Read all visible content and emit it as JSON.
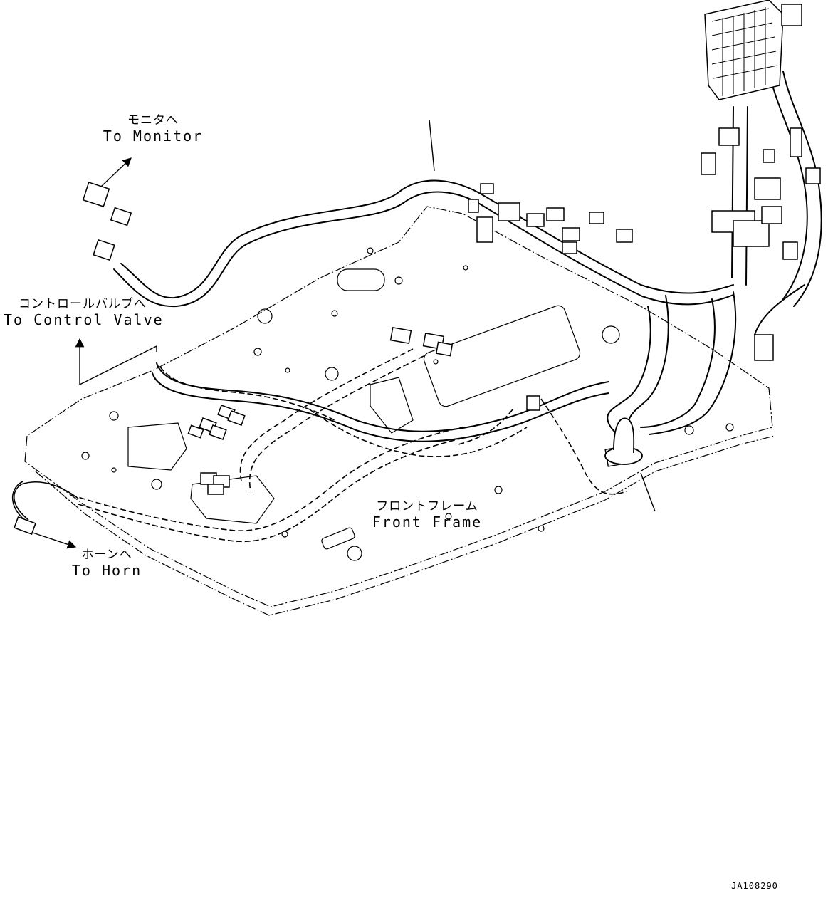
{
  "callouts": {
    "monitor": {
      "jp": "モニタへ",
      "en": "To Monitor"
    },
    "control_valve": {
      "jp": "コントロールバルブへ",
      "en": "To Control Valve"
    },
    "horn": {
      "jp": "ホーンへ",
      "en": "To Horn"
    },
    "front_frame": {
      "jp": "フロントフレーム",
      "en": "Front Frame"
    }
  },
  "drawing_code": "JA108290",
  "colors": {
    "line": "#000000",
    "background": "#ffffff"
  }
}
